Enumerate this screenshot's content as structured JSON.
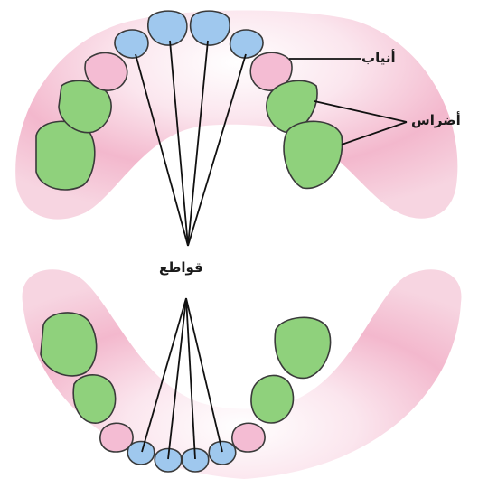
{
  "labels": {
    "canines": "أنياب",
    "molars": "أضراس",
    "incisors": "قواطع"
  },
  "colors": {
    "gum": "#f2b8cc",
    "gum_edge": "#e79ab6",
    "incisor": "#9fc8ee",
    "canine": "#f4bcd3",
    "molar": "#8fd17c",
    "outline": "#3a3a3a",
    "line": "#111111"
  }
}
